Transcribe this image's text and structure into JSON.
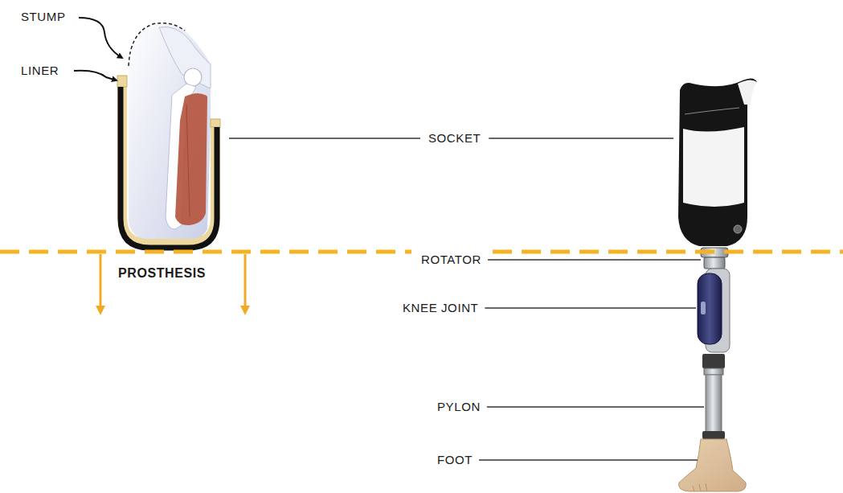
{
  "diagram": {
    "labels": [
      "STUMP",
      "LINER",
      "SOCKET",
      "PROSTHESIS",
      "ROTATOR",
      "KNEE JOINT",
      "PYLON",
      "FOOT"
    ]
  }
}
